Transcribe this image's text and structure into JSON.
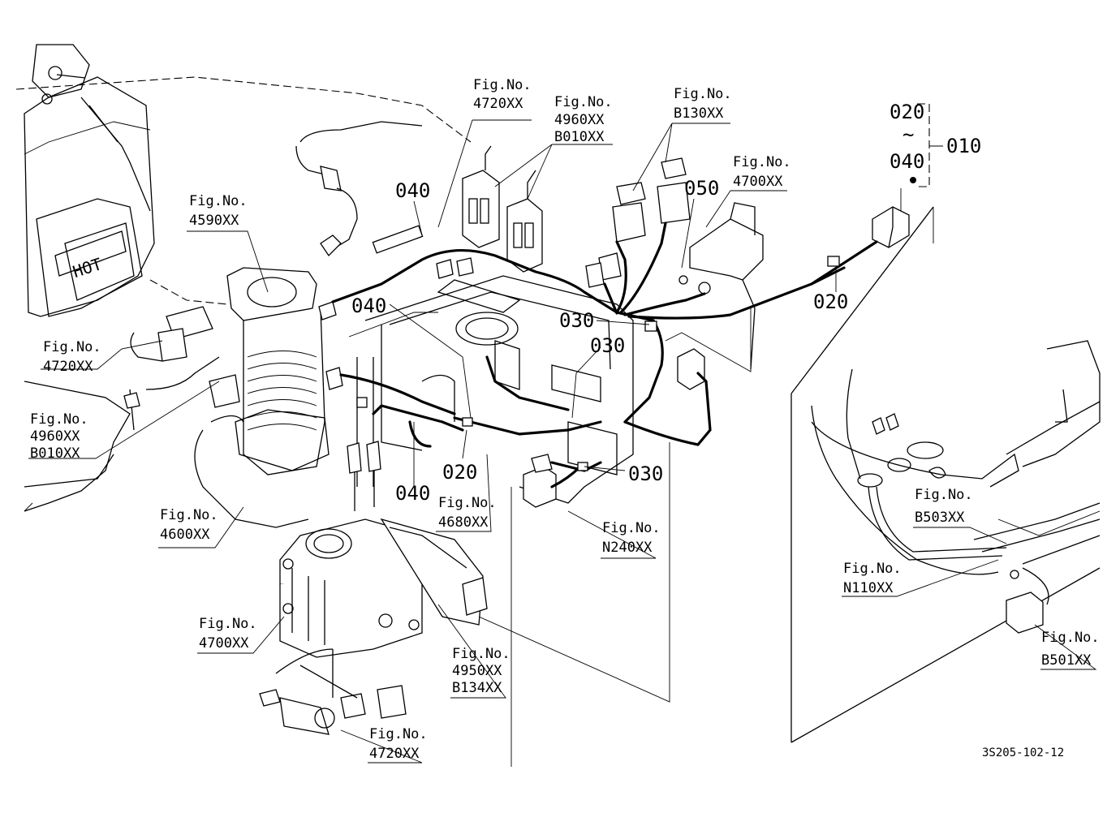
{
  "callouts": {
    "fig_4720_top": [
      "Fig.No.",
      "4720XX"
    ],
    "fig_4960_top": [
      "Fig.No.",
      "4960XX",
      "B010XX"
    ],
    "fig_b130": [
      "Fig.No.",
      "B130XX"
    ],
    "fig_4700_right": [
      "Fig.No.",
      "4700XX"
    ],
    "fig_4590": [
      "Fig.No.",
      "4590XX"
    ],
    "fig_4720_left": [
      "Fig.No.",
      "4720XX"
    ],
    "fig_4960_left": [
      "Fig.No.",
      "4960XX",
      "B010XX"
    ],
    "fig_4600": [
      "Fig.No.",
      "4600XX"
    ],
    "fig_4680": [
      "Fig.No.",
      "4680XX"
    ],
    "fig_n240": [
      "Fig.No.",
      "N240XX"
    ],
    "fig_4700_bottom": [
      "Fig.No.",
      "4700XX"
    ],
    "fig_4950": [
      "Fig.No.",
      "4950XX",
      "B134XX"
    ],
    "fig_4720_bottom": [
      "Fig.No.",
      "4720XX"
    ],
    "fig_b503": [
      "Fig.No.",
      "B503XX"
    ],
    "fig_n110": [
      "Fig.No.",
      "N110XX"
    ],
    "fig_b501": [
      "Fig.No.",
      "B501XX"
    ]
  },
  "part_numbers": {
    "p040_top": "040",
    "p050": "050",
    "p020_right": "020",
    "p040_mid": "040",
    "p030_a": "030",
    "p030_b": "030",
    "p020_mid": "020",
    "p040_low": "040",
    "p030_c": "030",
    "range_start": "020",
    "range_tilde": "~",
    "range_end": "040",
    "range_set": "010"
  },
  "icons": {
    "hot_plate": "HOT"
  },
  "drawing_ref": "3S205-102-12"
}
